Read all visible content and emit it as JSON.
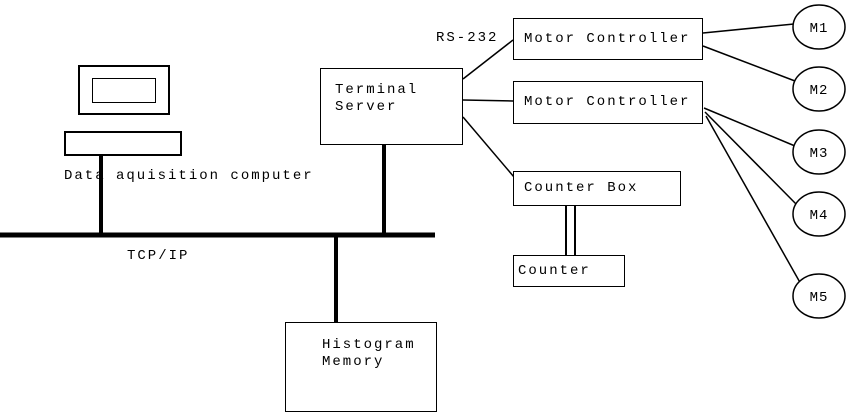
{
  "diagram": {
    "computer": {
      "label": "Data aquisition computer"
    },
    "bus": {
      "label": "TCP/IP"
    },
    "serial": {
      "label": "RS-232"
    },
    "boxes": {
      "terminal_server": "Terminal\nServer",
      "motor_controller_1": "Motor Controller",
      "motor_controller_2": "Motor Controller",
      "counter_box": "Counter Box",
      "counter": "Counter",
      "histogram_memory": "Histogram\nMemory"
    },
    "motors": [
      {
        "label": "M1"
      },
      {
        "label": "M2"
      },
      {
        "label": "M3"
      },
      {
        "label": "M4"
      },
      {
        "label": "M5"
      }
    ]
  }
}
